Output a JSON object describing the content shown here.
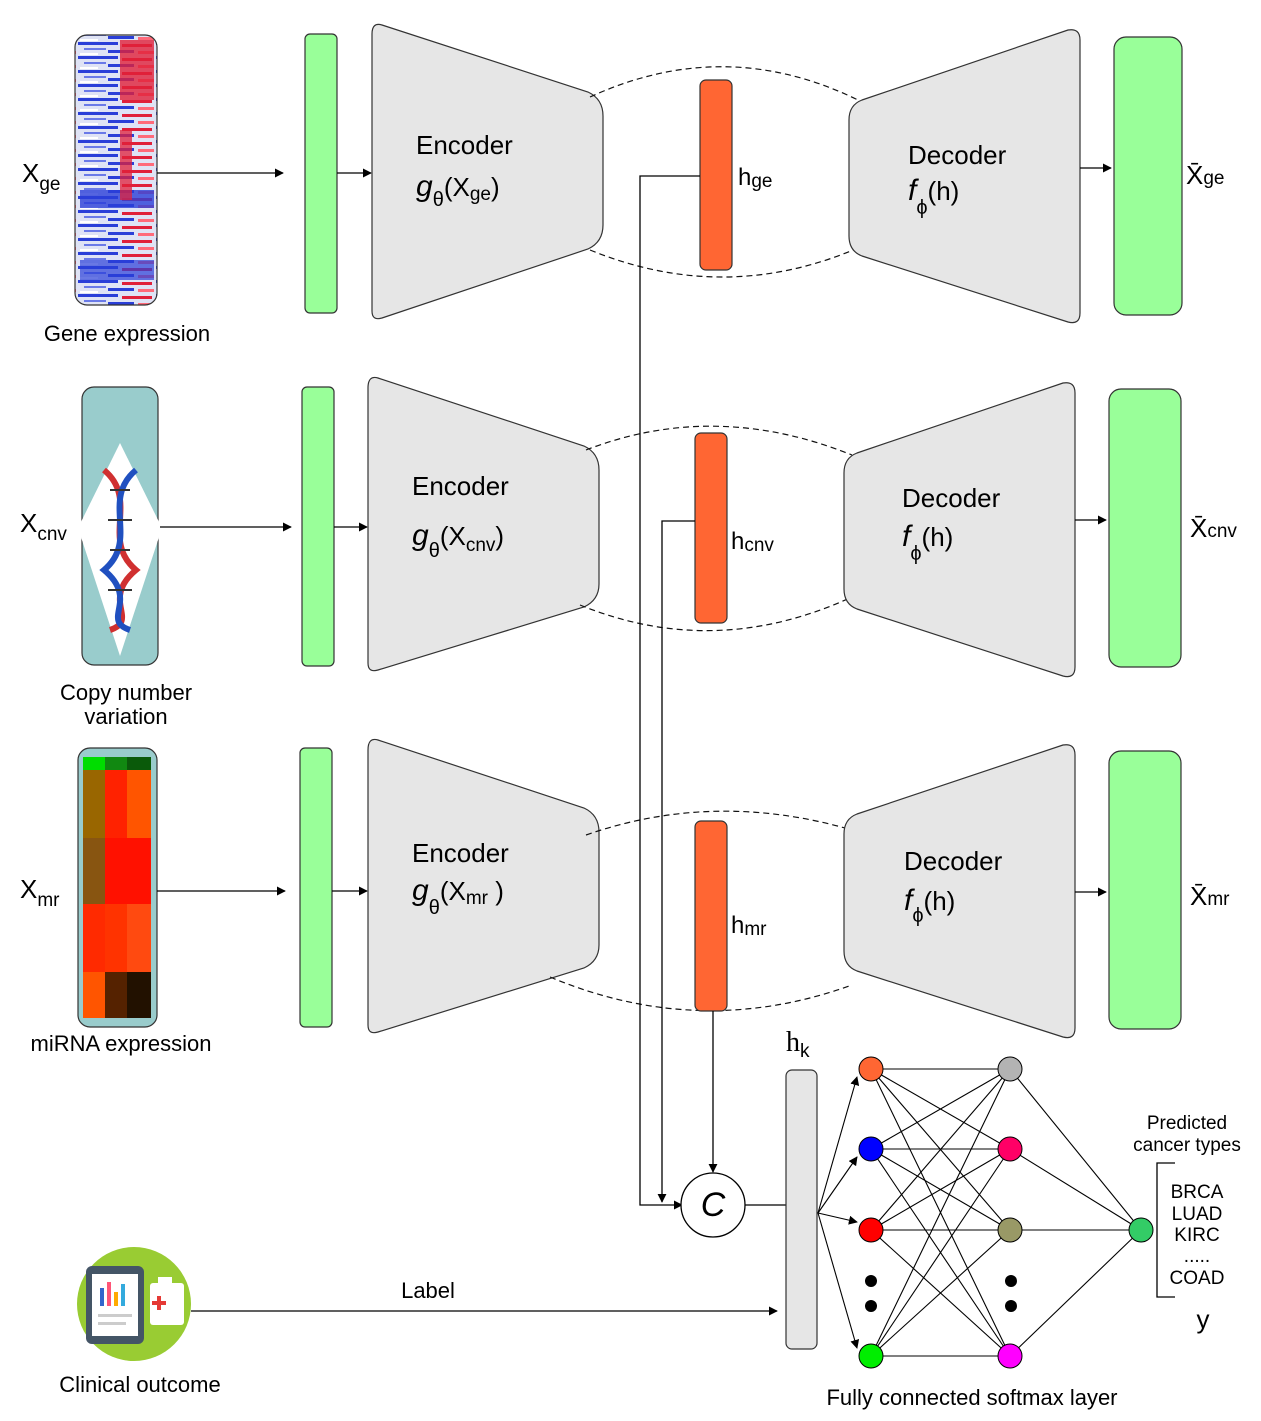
{
  "branches": [
    {
      "key": "ge",
      "input_symbol": "X",
      "input_sub": "ge",
      "caption_lines": [
        "Gene expression"
      ],
      "encoder_title": "Encoder",
      "encoder_func": "g",
      "encoder_greek": "θ",
      "encoder_arg": "X",
      "encoder_arg_sub": "ge",
      "code_symbol": "h",
      "code_sub": "ge",
      "decoder_title": "Decoder",
      "decoder_func": "f",
      "decoder_greek": "ϕ",
      "decoder_arg": "(h)",
      "output_symbol": "X̄",
      "output_sub": "ge"
    },
    {
      "key": "cnv",
      "input_symbol": "X",
      "input_sub": "cnv",
      "caption_lines": [
        "Copy number",
        "variation"
      ],
      "encoder_title": "Encoder",
      "encoder_func": "g",
      "encoder_greek": "θ",
      "encoder_arg": "X",
      "encoder_arg_sub": "cnv",
      "code_symbol": "h",
      "code_sub": "cnv",
      "decoder_title": "Decoder",
      "decoder_func": "f",
      "decoder_greek": "ϕ",
      "decoder_arg": "(h)",
      "output_symbol": "X̄",
      "output_sub": "cnv"
    },
    {
      "key": "mr",
      "input_symbol": "X",
      "input_sub": "mr",
      "caption_lines": [
        "miRNA expression"
      ],
      "encoder_title": "Encoder",
      "encoder_func": "g",
      "encoder_greek": "θ",
      "encoder_arg": "X",
      "encoder_arg_sub": "mr",
      "code_symbol": "h",
      "code_sub": "mr",
      "decoder_title": "Decoder",
      "decoder_func": "f",
      "decoder_greek": "ϕ",
      "decoder_arg": "(h)",
      "output_symbol": "X̄",
      "output_sub": "mr"
    }
  ],
  "concat_symbol": "C",
  "hk": {
    "symbol": "h",
    "sub": "k"
  },
  "clinical_caption": "Clinical outcome",
  "label_text": "Label",
  "softmax_caption": "Fully connected softmax layer",
  "predicted_header": [
    "Predicted",
    "cancer types"
  ],
  "cancer_types": [
    "BRCA",
    "LUAD",
    "KIRC",
    ".....",
    "COAD"
  ],
  "y_symbol": "y",
  "network": {
    "input_node_colors": [
      "#ff6633",
      "#0000ff",
      "#ff0000",
      "#00ee00"
    ],
    "hidden_node_colors": [
      "#b3b3b3",
      "#ff0066",
      "#999966",
      "#ff00ff"
    ],
    "output_node_color": "#33cc66"
  },
  "colors": {
    "bar_green": "#99ff99",
    "code_orange": "#ff6633",
    "shape_gray": "#e6e6e6",
    "panel_teal": "#99cccc",
    "icon_green": "#99cc33"
  }
}
